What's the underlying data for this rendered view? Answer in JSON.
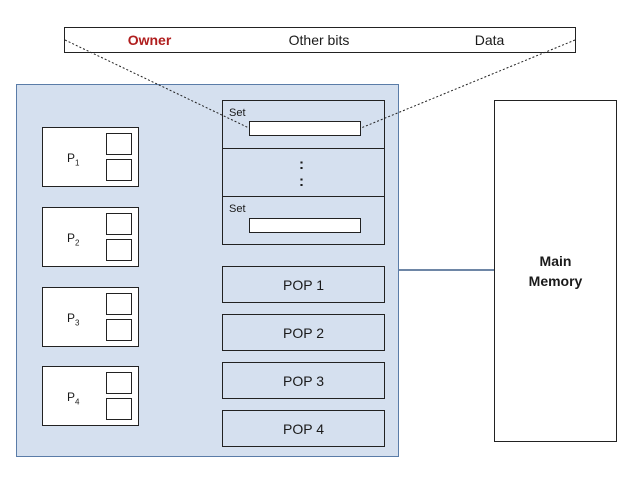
{
  "header_fields": [
    {
      "label": "Owner",
      "color": "#b01e1e"
    },
    {
      "label": "Other bits"
    },
    {
      "label": "Data"
    }
  ],
  "processors": [
    {
      "label": "P",
      "sub": "1"
    },
    {
      "label": "P",
      "sub": "2"
    },
    {
      "label": "P",
      "sub": "3"
    },
    {
      "label": "P",
      "sub": "4"
    }
  ],
  "cache": {
    "set_label": "Set",
    "ellipsis": ":\n:"
  },
  "pops": [
    "POP 1",
    "POP 2",
    "POP 3",
    "POP 4"
  ],
  "main_memory": "Main\nMemory",
  "colors": {
    "chip_fill": "#d5e0ef",
    "chip_border": "#5a7ca8",
    "owner_text": "#b01e1e"
  }
}
